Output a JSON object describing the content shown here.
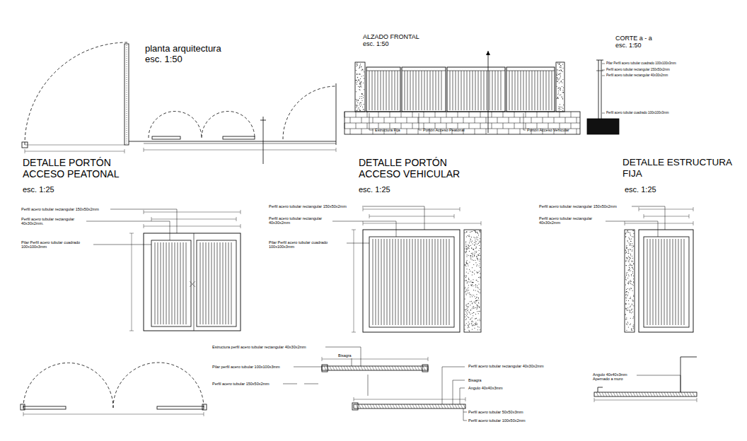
{
  "diagram": {
    "labels": [
      "planta arquitectura",
      "esc. 1:50",
      "ALZADO FRONTAL",
      "esc. 1:50",
      "CORTE a - a",
      "esc. 1:50",
      "Estructura Fija",
      "Portón Acceso Peatonal",
      "Portón Acceso Vehicular",
      "Pilar Perfil acero tubular cuadrado 100x100x3mm",
      "Perfil acero tubular rectangular 150x50x2mm",
      "Perfil acero tubular rectangular 40x30x2mm",
      "Perfil acero tubular cuadrado 100x100x3mm",
      "DETALLE PORTÓN ACCESO PEATONAL",
      "esc. 1:25",
      "DETALLE PORTÓN ACCESO VEHICULAR",
      "esc. 1:25",
      "DETALLE ESTRUCTURA FIJA",
      "esc. 1:25",
      "Perfil acero tubular rectangular 150x50x2mm",
      "Perfil acero tubular rectangular 40x30x2mm.",
      "Pilar Perfil acero tubular cuadrado 100x100x3mm",
      "Perfil acero tubular rectangular 150x50x2mm",
      "Perfil acero tubular rectangular 40x30x2mm",
      "Pilar Perfil acero tubular cuadrado 100x100x3mm",
      "Perfil acero tubular rectangular 150x50x2mm",
      "Perfil acero tubular rectangular 40x30x2mm",
      "Estructura perfil acero tubular rectangular 40x30x2mm",
      "Bisagra",
      "Pilar perfil acero tubular 100x100x3mm",
      "Perfil acero tubular 150x50x2mm",
      "Perfil acero tubular rectangular 40x30x2mm",
      "Bisagra",
      "Angulo 40x40x3mm",
      "Perfil acero tubular 50x50x3mm",
      "Perfil acero tubular 100x50x2mm",
      "Angulo 40x40x3mm Apernado a muro"
    ]
  }
}
